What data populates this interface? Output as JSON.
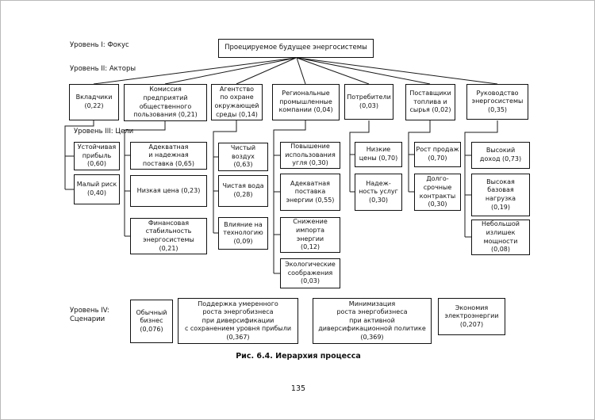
{
  "level_labels": {
    "level1": "Уровень I: Фокус",
    "level2": "Уровень II: Акторы",
    "level3": "Уровень III: Цели",
    "level4": "Уровень IV:\nСценарии"
  },
  "focus": "Проецируемое будущее энергосистемы",
  "actors": [
    {
      "label": "Вкладчики\n(0,22)",
      "goals": [
        "Устойчивая\nприбыль\n(0,60)",
        "Малый риск\n(0,40)"
      ]
    },
    {
      "label": "Комиссия\nпредприятий\nобщественного\nпользования (0,21)",
      "goals": [
        "Адекватная\nи надежная\nпоставка (0,65)",
        "Низкая цена (0,23)",
        "Финансовая\nстабильность\nэнергосистемы\n(0,21)"
      ]
    },
    {
      "label": "Агентство\nпо охране\nокружающей\nсреды (0,14)",
      "goals": [
        "Чистый\nвоздух\n(0,63)",
        "Чистая вода\n(0,28)",
        "Влияние на\nтехнологию\n(0,09)"
      ]
    },
    {
      "label": "Региональные\nпромышленные\nкомпании (0,04)",
      "goals": [
        "Повышение\nиспользования\nугля (0,30)",
        "Адекватная\nпоставка\nэнергии (0,55)",
        "Снижение\nимпорта энергии\n(0,12)",
        "Экологические\nсоображения\n(0,03)"
      ]
    },
    {
      "label": "Потребители\n(0,03)",
      "goals": [
        "Низкие\nцены (0,70)",
        "Надеж-\nность услуг\n(0,30)"
      ]
    },
    {
      "label": "Поставщики\nтоплива и\nсырья (0,02)",
      "goals": [
        "Рост продаж\n(0,70)",
        "Долго-\nсрочные\nконтракты\n(0,30)"
      ]
    },
    {
      "label": "Руководство\nэнергосистемы\n(0,35)",
      "goals": [
        "Высокий\nдоход (0,73)",
        "Высокая\nбазовая\nнагрузка\n(0,19)",
        "Небольшой\nизлишек\nмощности\n(0,08)"
      ]
    }
  ],
  "scenarios": [
    "Обычный\nбизнес\n(0,076)",
    "Поддержка умеренного\nроста энергобизнеса\nпри диверсификации\nс сохранением уровня прибыли\n(0,367)",
    "Минимизация\nроста энергобизнеса\nпри активной\nдиверсификационной политике\n(0,369)",
    "Экономия\nэлектроэнергии\n(0,207)"
  ],
  "caption": "Рис. 6.4. Иерархия процесса",
  "page_number": "135"
}
